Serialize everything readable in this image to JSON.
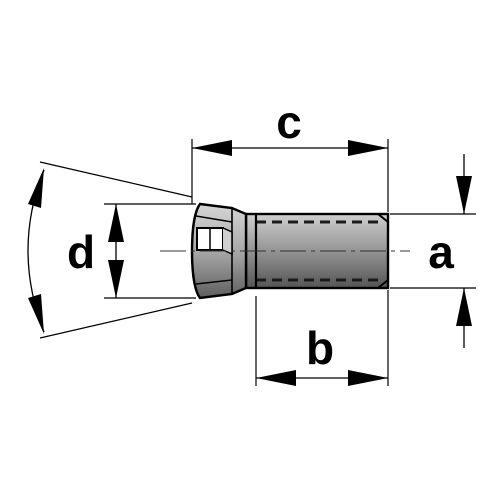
{
  "diagram": {
    "labels": {
      "a": "a",
      "b": "b",
      "c": "c",
      "d": "d"
    },
    "colors": {
      "background": "#ffffff",
      "ink": "#000000",
      "screw_body_light": "#b9b9b9",
      "screw_body_dark": "#5a5a5a"
    }
  }
}
